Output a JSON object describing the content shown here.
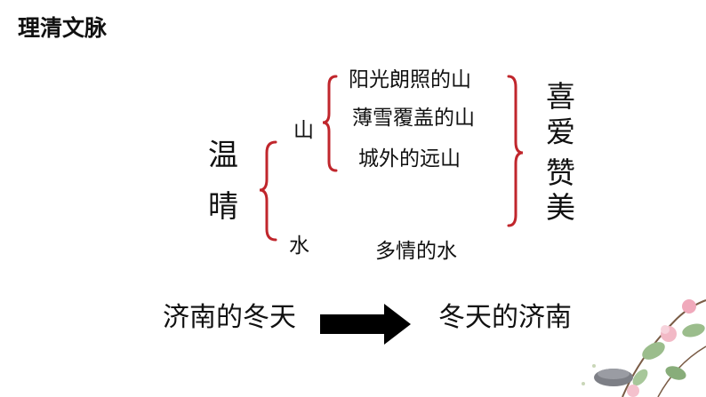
{
  "title": "理清文脉",
  "left_vertical": [
    "温",
    "晴"
  ],
  "branches": {
    "mountain": "山",
    "water": "水"
  },
  "mountain_items": [
    "阳光朗照的山",
    "薄雪覆盖的山",
    "城外的远山"
  ],
  "water_item": "多情的水",
  "right_vertical": [
    "喜",
    "爱",
    "赞",
    "美"
  ],
  "bottom": {
    "from": "济南的冬天",
    "to": "冬天的济南"
  },
  "colors": {
    "brace": "#c0262c",
    "arrow": "#000000",
    "text": "#111111"
  },
  "decoration": "flower-branch-illustration"
}
